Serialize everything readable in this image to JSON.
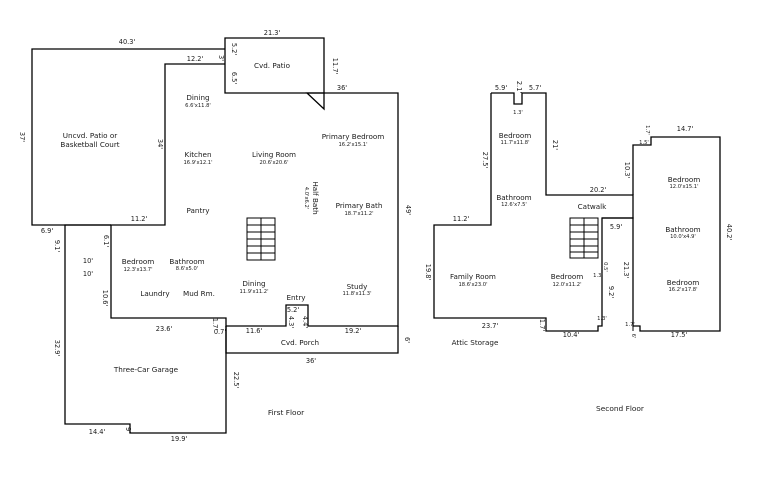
{
  "floors": [
    {
      "label": "First Floor"
    },
    {
      "label": "Second Floor"
    }
  ],
  "first_floor": {
    "rooms": [
      {
        "name": "Uncvd. Patio or",
        "size": ""
      },
      {
        "name": "Basketball Court",
        "size": ""
      },
      {
        "name": "Cvd. Patio",
        "size": ""
      },
      {
        "name": "Dining",
        "size": "6.6'x11.8'"
      },
      {
        "name": "Kitchen",
        "size": "16.9'x12.1'"
      },
      {
        "name": "Living Room",
        "size": "20.6'x20.6'"
      },
      {
        "name": "Primary Bedroom",
        "size": "16.2'x15.1'"
      },
      {
        "name": "Half Bath",
        "size": "4.0'x6.2'"
      },
      {
        "name": "Primary Bath",
        "size": "18.7'x11.2'"
      },
      {
        "name": "Pantry",
        "size": ""
      },
      {
        "name": "Bedroom",
        "size": "12.3'x13.7'"
      },
      {
        "name": "Bathroom",
        "size": "8.6'x5.0'"
      },
      {
        "name": "Laundry",
        "size": ""
      },
      {
        "name": "Mud Rm.",
        "size": ""
      },
      {
        "name": "Dining",
        "size": "11.9'x11.2'"
      },
      {
        "name": "Entry",
        "size": ""
      },
      {
        "name": "Study",
        "size": "11.8'x11.3'"
      },
      {
        "name": "Cvd. Porch",
        "size": ""
      },
      {
        "name": "Three-Car Garage",
        "size": ""
      }
    ],
    "dimensions": [
      "40.3'",
      "21.3'",
      "5.2'",
      "3'",
      "12.2'",
      "6.5'",
      "11.7'",
      "36'",
      "37'",
      "34'",
      "49'",
      "11.2'",
      "6.9'",
      "9.1'",
      "6.1'",
      "10'",
      "10'",
      "10.6'",
      "23.6'",
      "1.7'",
      "0.7'",
      "11.6'",
      "4.3'",
      "5.2'",
      "4.4'",
      "19.2'",
      "6'",
      "36'",
      "32.9'",
      "22.5'",
      "14.4'",
      "9'",
      "19.9'"
    ]
  },
  "second_floor": {
    "rooms": [
      {
        "name": "Bedroom",
        "size": "11.7'x11.8'"
      },
      {
        "name": "Bathroom",
        "size": "12.6'x7.5'"
      },
      {
        "name": "Catwalk",
        "size": ""
      },
      {
        "name": "Family Room",
        "size": "18.6'x23.0'"
      },
      {
        "name": "Bedroom",
        "size": "12.0'x11.2'"
      },
      {
        "name": "Bedroom",
        "size": "12.0'x15.1'"
      },
      {
        "name": "Bathroom",
        "size": "10.0'x4.9'"
      },
      {
        "name": "Bedroom",
        "size": "16.2'x17.8'"
      },
      {
        "name": "Attic Storage",
        "size": ""
      }
    ],
    "dimensions": [
      "5.9'",
      "2.1'",
      "5.7'",
      "1.3'",
      "27.5'",
      "21'",
      "20.2'",
      "11.2'",
      "19.8'",
      "23.7'",
      "1.7'",
      "10.4'",
      "5.9'",
      "0.5'",
      "1.3'",
      "9.2'",
      "1.3'",
      "21.3'",
      "1.7'",
      "1.5'",
      "14.7'",
      "10.3'",
      "40.2'",
      "1.7'",
      "6'",
      "17.5'"
    ]
  }
}
